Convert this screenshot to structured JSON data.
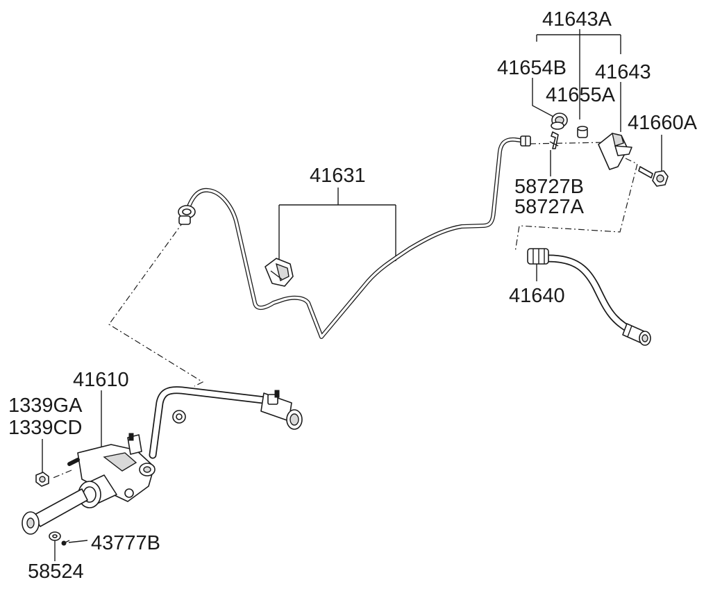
{
  "labels": {
    "p41643A": "41643A",
    "p41654B": "41654B",
    "p41643": "41643",
    "p41655A": "41655A",
    "p41660A": "41660A",
    "p58727B": "58727B",
    "p58727A": "58727A",
    "p41631": "41631",
    "p41640": "41640",
    "p41610": "41610",
    "p1339GA": "1339GA",
    "p1339CD": "1339CD",
    "p43777B": "43777B",
    "p58524": "58524"
  }
}
